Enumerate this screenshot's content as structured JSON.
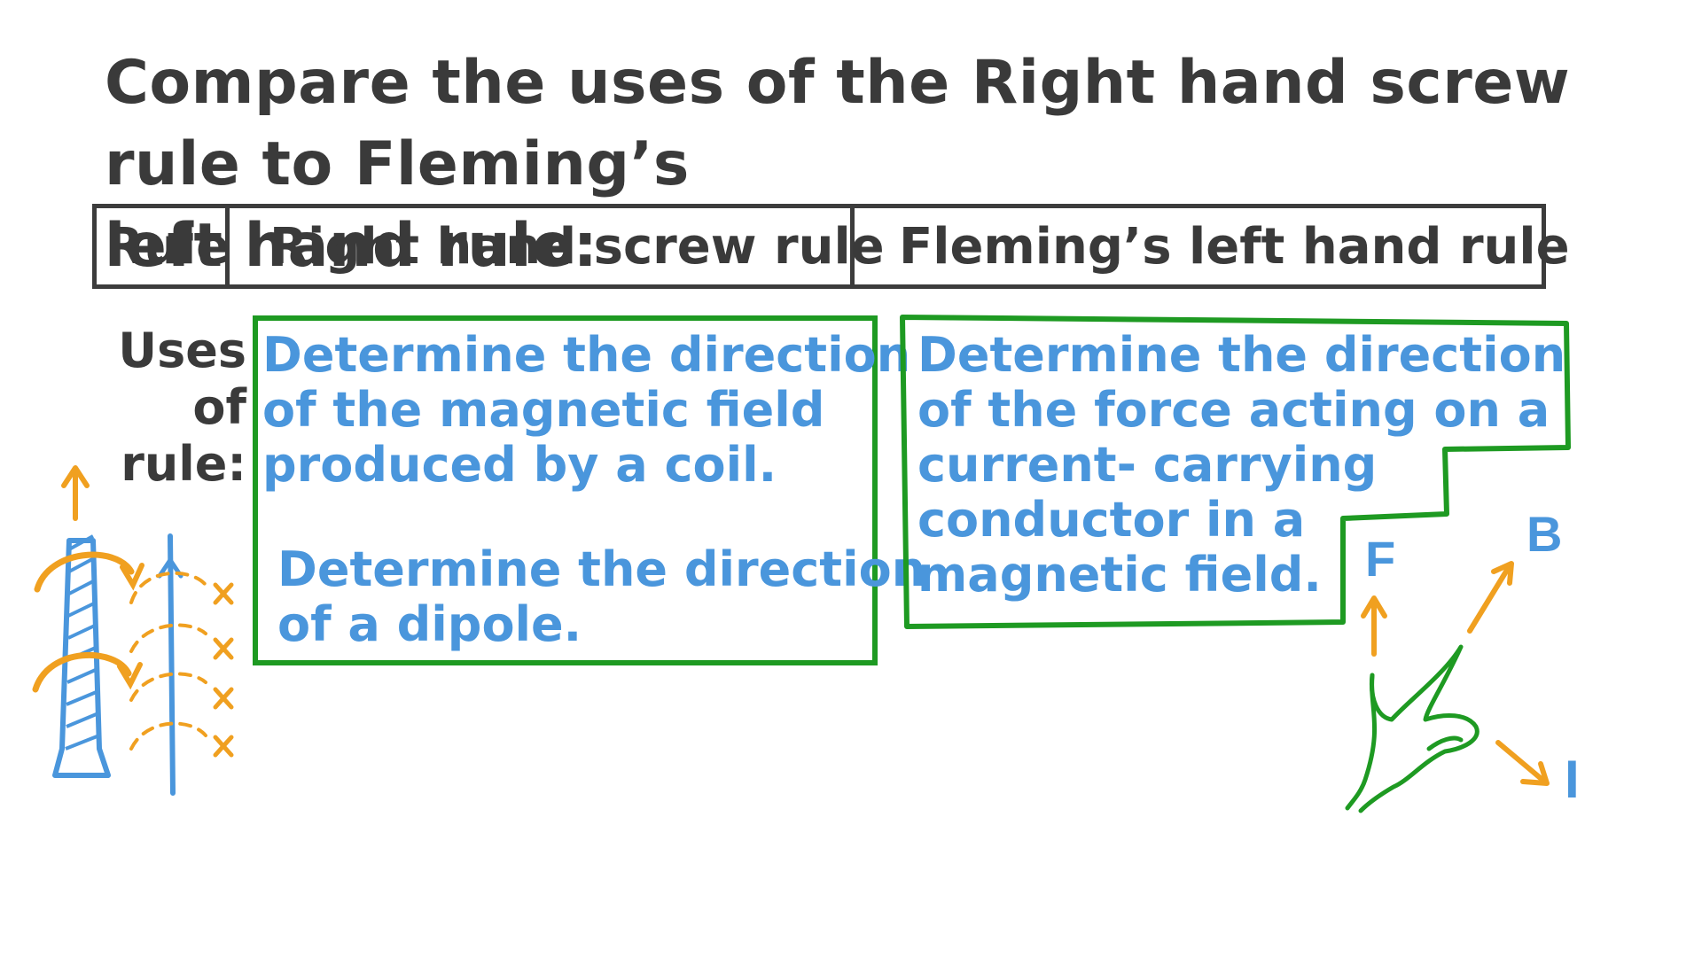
{
  "title": {
    "line1": "Compare the uses of the Right hand screw rule to Fleming’s",
    "line2": "left hand rule:"
  },
  "table": {
    "col_rule": "Rule",
    "col_right_hand_screw": "Right hand screw rule",
    "col_flemings": "Fleming’s left hand rule"
  },
  "uses_label": {
    "line1": "Uses",
    "line2": "of rule:"
  },
  "right_hand_screw_uses": {
    "use1": [
      "Determine the direction",
      "of the magnetic field",
      "produced by a coil."
    ],
    "use2": [
      "Determine the direction",
      "of a dipole."
    ]
  },
  "flemings_uses": {
    "use1": [
      "Determine the direction",
      "of the force acting on a",
      "current- carrying",
      "conductor in a",
      "magnetic field."
    ]
  },
  "diagram_labels": {
    "force": "F",
    "field": "B",
    "current": "I"
  },
  "colors": {
    "text_dark": "#3a3a3a",
    "blue": "#4a96dc",
    "green": "#1e9a22",
    "orange": "#f0a020"
  },
  "icons": [
    "screw-icon",
    "wire-icon",
    "curved-arrow-icon",
    "hand-icon",
    "arrow-icon"
  ]
}
